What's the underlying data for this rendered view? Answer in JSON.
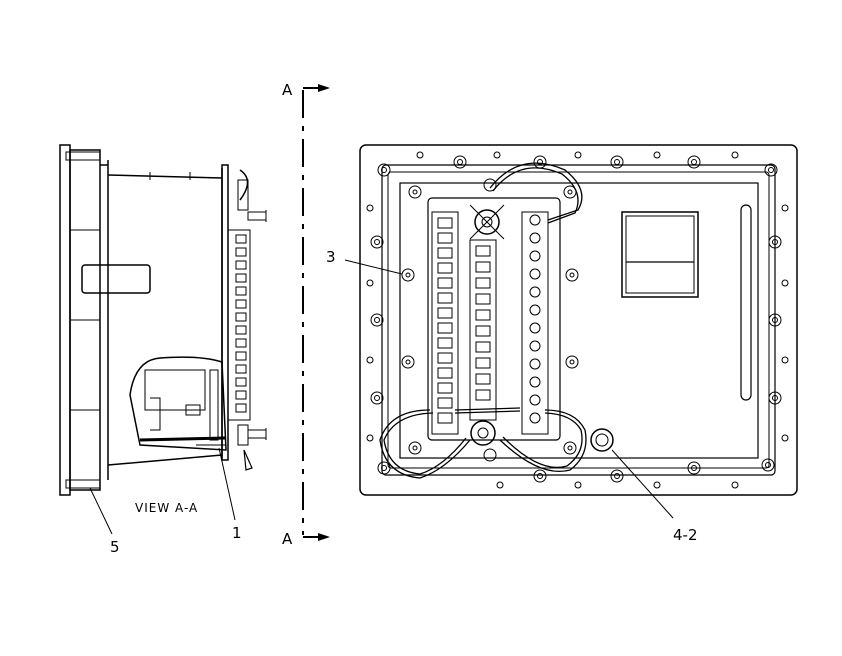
{
  "section_labels": {
    "top": "A",
    "bottom": "A"
  },
  "view_caption": "VIEW A-A",
  "callouts": {
    "item_1": "1",
    "item_3": "3",
    "item_4_2": "4-2",
    "item_5": "5"
  },
  "colors": {
    "line": "#000000",
    "background": "#ffffff"
  }
}
